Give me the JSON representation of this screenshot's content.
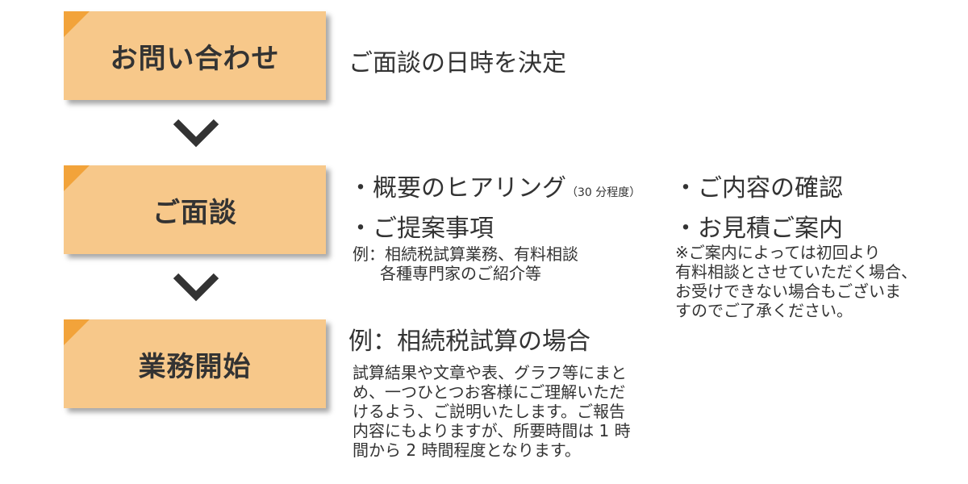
{
  "steps": [
    {
      "label": "お問い合わせ"
    },
    {
      "label": "ご面談"
    },
    {
      "label": "業務開始"
    }
  ],
  "step1": {
    "text": "ご面談の日時を決定"
  },
  "step2": {
    "item1": "・概要のヒアリング",
    "item1_note": "（30 分程度）",
    "item2": "・ご提案事項",
    "example_line1": "例：相続税試算業務、有料相談",
    "example_line2": "各種専門家のご紹介等",
    "item3": "・ご内容の確認",
    "item4": "・お見積ご案内",
    "note_lines": [
      "※ご案内によっては初回より",
      "有料相談とさせていただく場合、",
      "お受けできない場合もございま",
      "すのでご了承ください。"
    ]
  },
  "step3": {
    "title": "例：相続税試算の場合",
    "body_lines": [
      "試算結果や文章や表、グラフ等にまと",
      "め、一つひとつお客様にご理解いただ",
      "けるよう、ご説明いたします。ご報告",
      "内容にもよりますが、所要時間は 1 時",
      "間から 2 時間程度となります。"
    ]
  },
  "colors": {
    "box_fill": "#f7c88a",
    "corner_accent": "#f2a33a",
    "arrow": "#333333",
    "text": "#333333"
  }
}
